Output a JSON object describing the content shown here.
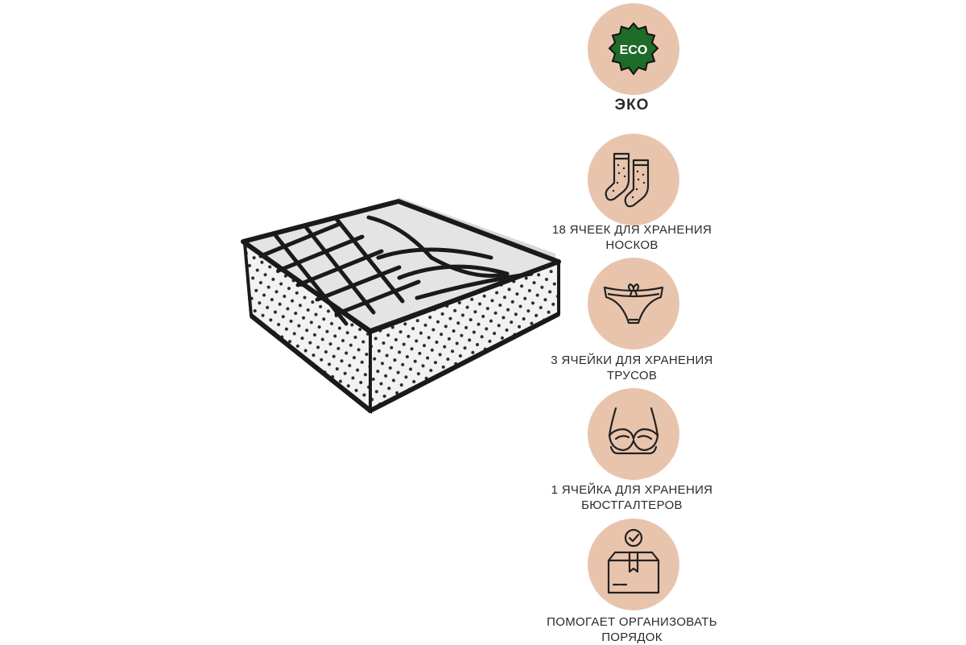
{
  "colors": {
    "circle_bg": "#e9c4ad",
    "eco_green": "#1f6b2a",
    "icon_line": "#222222",
    "box_border": "#1a1a1a",
    "box_fabric": "#f2f2f2"
  },
  "product": {
    "icon": "polka-dot-drawer-organizer"
  },
  "features": [
    {
      "icon": "eco-badge-icon",
      "badge_text": "ECO",
      "lines": [
        "ЭКО"
      ]
    },
    {
      "icon": "socks-icon",
      "lines": [
        "18 ЯЧЕЕК ДЛЯ ХРАНЕНИЯ",
        "НОСКОВ"
      ]
    },
    {
      "icon": "panties-icon",
      "lines": [
        "3 ЯЧЕЙКИ ДЛЯ ХРАНЕНИЯ",
        "ТРУСОВ"
      ]
    },
    {
      "icon": "bra-icon",
      "lines": [
        "1 ЯЧЕЙКА ДЛЯ ХРАНЕНИЯ",
        "БЮСТГАЛТЕРОВ"
      ]
    },
    {
      "icon": "box-checkmark-icon",
      "lines": [
        "ПОМОГАЕТ ОРГАНИЗОВАТЬ",
        "ПОРЯДОК"
      ]
    }
  ]
}
